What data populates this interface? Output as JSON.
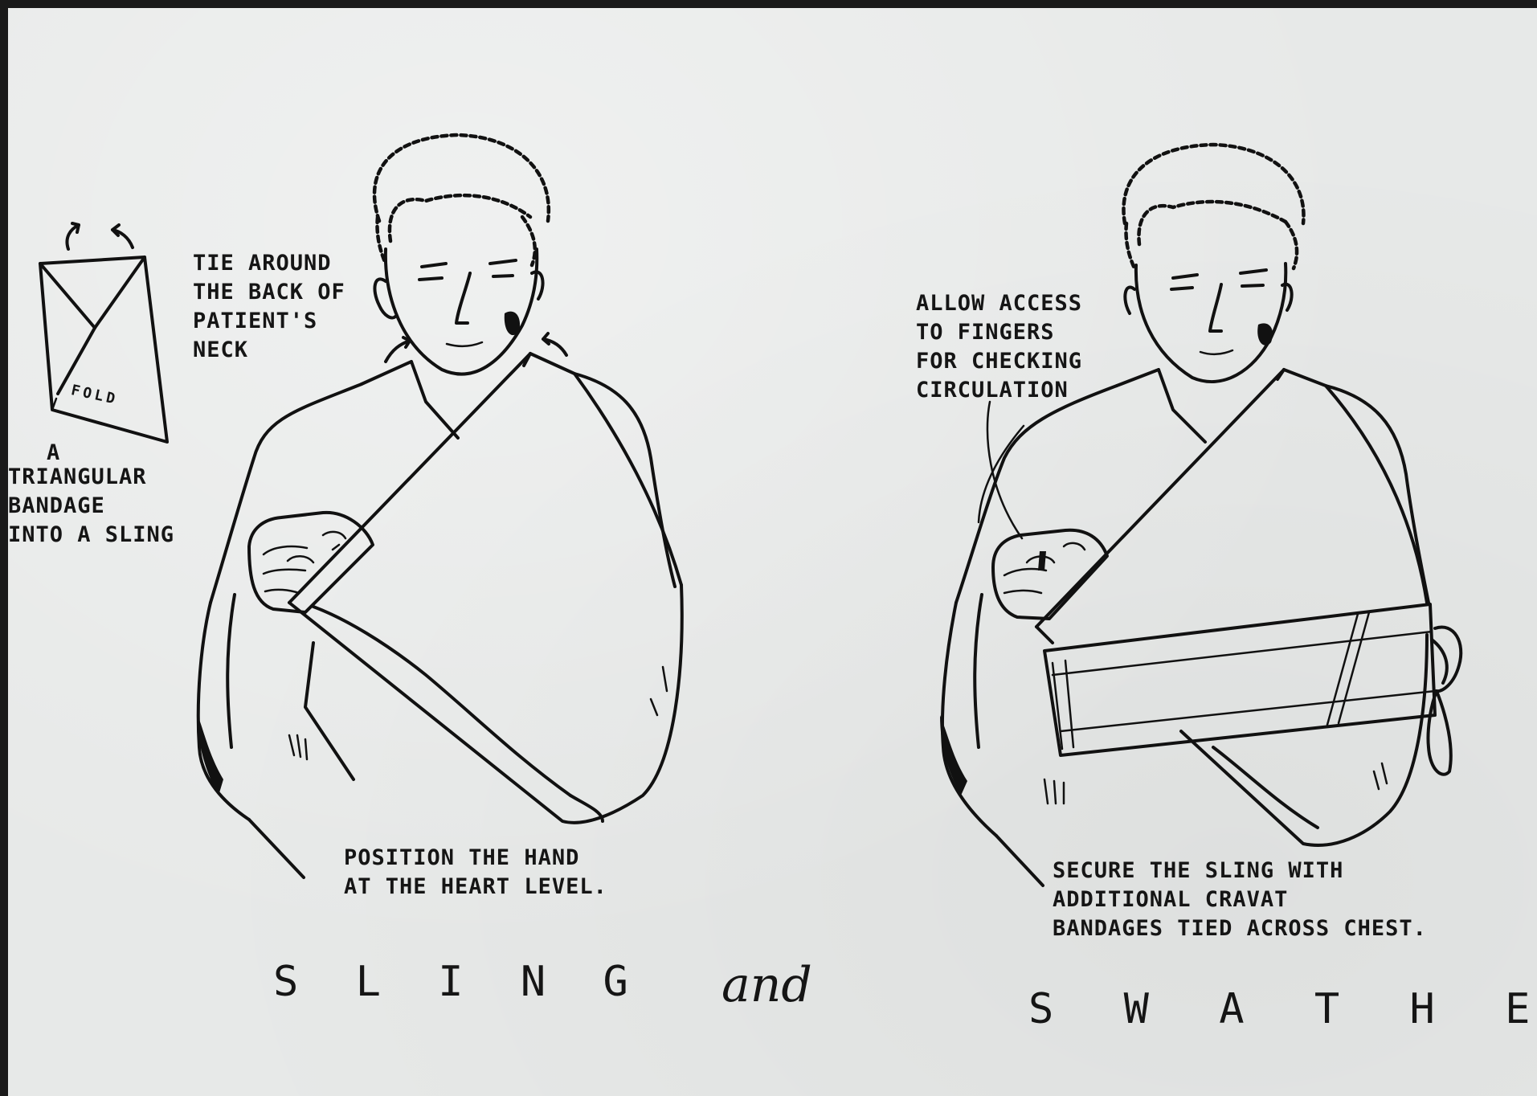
{
  "inset": {
    "letter": "A",
    "caption": "TRIANGULAR\nBANDAGE\nINTO A SLING",
    "fold_label": "FOLD"
  },
  "sling": {
    "neck_note": "TIE AROUND\nTHE BACK OF\nPATIENT'S\nNECK",
    "hand_note": "POSITION THE HAND\nAT THE HEART LEVEL."
  },
  "swathe": {
    "fingers_note": "ALLOW ACCESS\nTO FINGERS\nFOR CHECKING\nCIRCULATION",
    "chest_note": "SECURE THE SLING WITH\nADDITIONAL CRAVAT\nBANDAGES TIED ACROSS CHEST."
  },
  "titles": {
    "left": "S L I N G",
    "middle": "and",
    "right": "S W A T H E"
  },
  "colors": {
    "paper": "#e7e9e8",
    "ink": "#111111",
    "frame": "#1a1a1a"
  }
}
